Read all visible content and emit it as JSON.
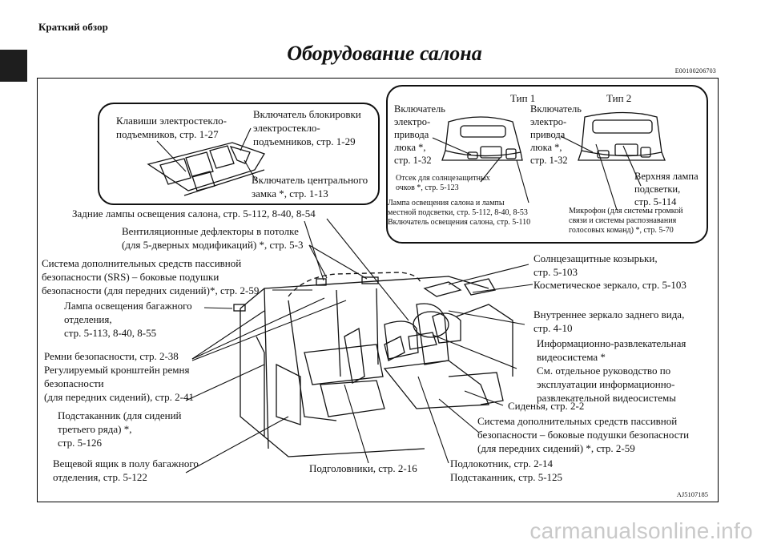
{
  "header": {
    "section": "Краткий обзор",
    "title": "Оборудование салона",
    "doc_code": "E00100206703"
  },
  "figure": {
    "code": "AJ5107185",
    "type1_label": "Тип 1",
    "type2_label": "Тип 2"
  },
  "labels": {
    "window_switches": "Клавиши электростекло-\nподъемников, стр. 1-27",
    "window_lock": "Включатель блокировки\nэлектростекло-\nподъемников, стр. 1-29",
    "central_lock": "Включатель центрального\nзамка *, стр. 1-13",
    "sunroof_t1": "Включатель\nэлектро-\nпривода\nлюка *,\nстр. 1-32",
    "sunroof_t2": "Включатель\nэлектро-\nпривода\nлюка *,\nстр. 1-32",
    "sunglasses": "Отсек для солнцезащитных\nочков *, стр. 5-123",
    "interior_lamps": "Лампа освещения салона и лампы\nместной подсветки, стр. 5-112, 8-40, 8-53\nВключатель освещения салона, стр. 5-110",
    "overhead_lamp": "Верхняя лампа\nподсветки,\nстр. 5-114",
    "microphone": "Микрофон (для системы громкой\nсвязи и системы распознавания\nголосовых команд) *, стр. 5-70",
    "rear_lamps": "Задние лампы освещения салона, стр. 5-112, 8-40, 8-54",
    "roof_vents": "Вентиляционные дефлекторы в потолке\n(для 5-дверных модификаций) *, стр. 5-3",
    "srs_curtain": "Система дополнительных средств пассивной\nбезопасности (SRS) – боковые подушки\nбезопасности (для передних сидений)*, стр. 2-59",
    "luggage_lamp": "Лампа освещения багажного\nотделения,\nстр. 5-113, 8-40, 8-55",
    "seat_belts": "Ремни безопасности, стр. 2-38\nРегулируемый кронштейн ремня\nбезопасности\n(для передних сидений), стр. 2-41",
    "cup_holder_3rd": "Подстаканник (для сидений\nтретьего ряда) *,\nстр. 5-126",
    "floor_box": "Вещевой ящик в полу багажного\nотделения, стр. 5-122",
    "headrests": "Подголовники, стр. 2-16",
    "armrest": "Подлокотник, стр. 2-14\nПодстаканник, стр. 5-125",
    "srs_side": "Система дополнительных средств пассивной\nбезопасности – боковые подушки безопасности\n(для передних сидений) *, стр. 2-59",
    "seats": "Сиденья, стр. 2-2",
    "infotainment": "Информационно-развлекательная\nвидеосистема *\nСм. отдельное руководство по\nэксплуатации информационно-\nразвлекательной видеосистемы",
    "rear_mirror": "Внутреннее зеркало заднего вида,\nстр. 4-10",
    "vanity_mirror": "Косметическое зеркало, стр. 5-103",
    "sun_visors": "Солнцезащитные козырьки,\nстр. 5-103"
  },
  "watermark": "carmanualsonline.info"
}
